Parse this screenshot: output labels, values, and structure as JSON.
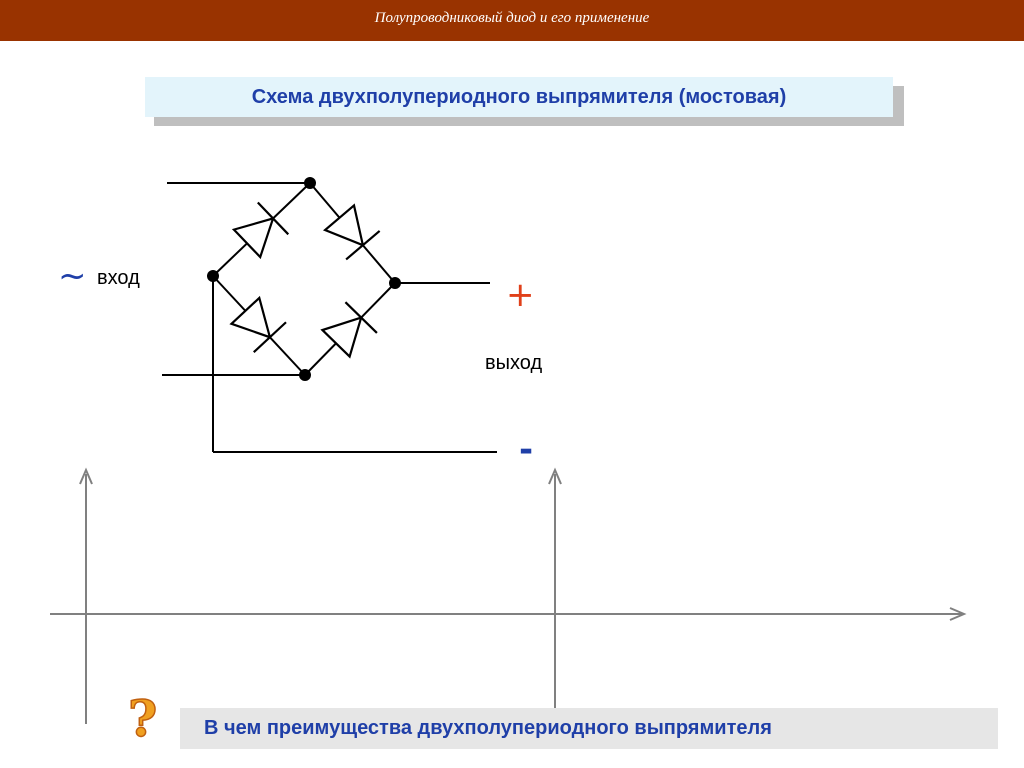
{
  "header": {
    "title": "Полупроводниковый диод и его применение"
  },
  "title": "Схема двухполупериодного выпрямителя (мостовая)",
  "input": {
    "symbol": "~",
    "label": "вход"
  },
  "output": {
    "plus": "+",
    "label": "выход",
    "minus": "-"
  },
  "question": {
    "icon": "question-mark-icon",
    "text": "В чем преимущества двухполупериодного выпрямителя"
  },
  "colors": {
    "header_bg": "#993300",
    "title_text": "#1f3fa8",
    "title_bg": "#e3f4fb",
    "plus": "#e0401a",
    "axis": "#808080"
  }
}
